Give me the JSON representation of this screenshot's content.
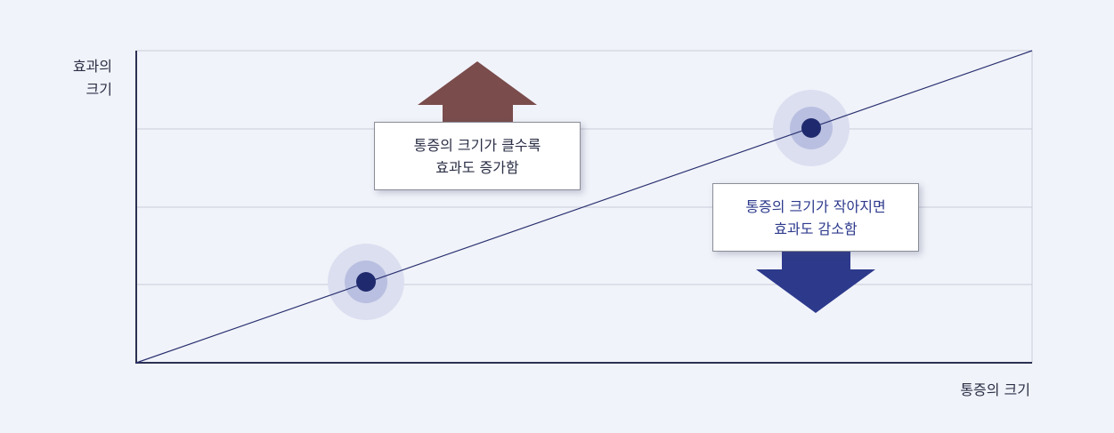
{
  "axes": {
    "y_label": "효과의\n크기",
    "x_label": "통증의 크기"
  },
  "callouts": {
    "increase": "통증의 크기가 클수록\n효과도 증가함",
    "decrease": "통증의 크기가 작아지면\n효과도 감소함"
  },
  "colors": {
    "background": "#f1f3fa",
    "axis": "#2b3052",
    "grid": "#c9cbd8",
    "trend_line": "#2a3270",
    "point": "#1f2a6e",
    "halo_outer": "#dcdff0",
    "halo_inner": "#b9bfe0",
    "arrow_up": "#7a4c4c",
    "arrow_down": "#2d3a8c"
  }
}
